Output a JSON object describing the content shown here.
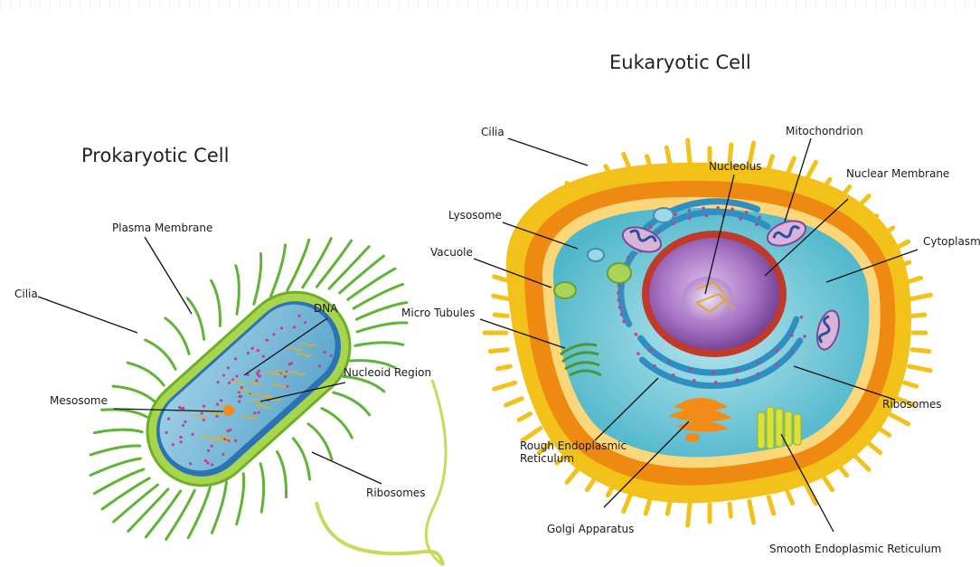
{
  "prokaryote": {
    "title": "Prokaryotic Cell",
    "labels": {
      "plasma_membrane": "Plasma Membrane",
      "cilia": "Cilia",
      "dna": "DNA",
      "nucleoid_region": "Nucleoid Region",
      "mesosome": "Mesosome",
      "ribosomes": "Ribosomes"
    }
  },
  "eukaryote": {
    "title": "Eukaryotic Cell",
    "labels": {
      "cilia": "Cilia",
      "mitochondrion": "Mitochondrion",
      "nucleolus": "Nucleolus",
      "nuclear_membrane": "Nuclear Membrane",
      "lysosome": "Lysosome",
      "cytoplasm": "Cytoplasm",
      "vacuole": "Vacuole",
      "micro_tubules": "Micro Tubules",
      "ribosomes": "Ribosomes",
      "rough_er": "Rough Endoplasmic Reticulum",
      "golgi": "Golgi Apparatus",
      "smooth_er": "Smooth Endoplasmic Reticulum"
    }
  },
  "colors": {
    "outer_yellow": "#f3c21c",
    "outer_orange": "#f08a13",
    "cytoplasm_teal": "#5fc3d5",
    "nucleus_purple": "#9a5fb0",
    "bacteria_green": "#8fcf3c",
    "bacteria_blue": "#2f7fc0",
    "ribosome_pink": "#d0478d"
  }
}
